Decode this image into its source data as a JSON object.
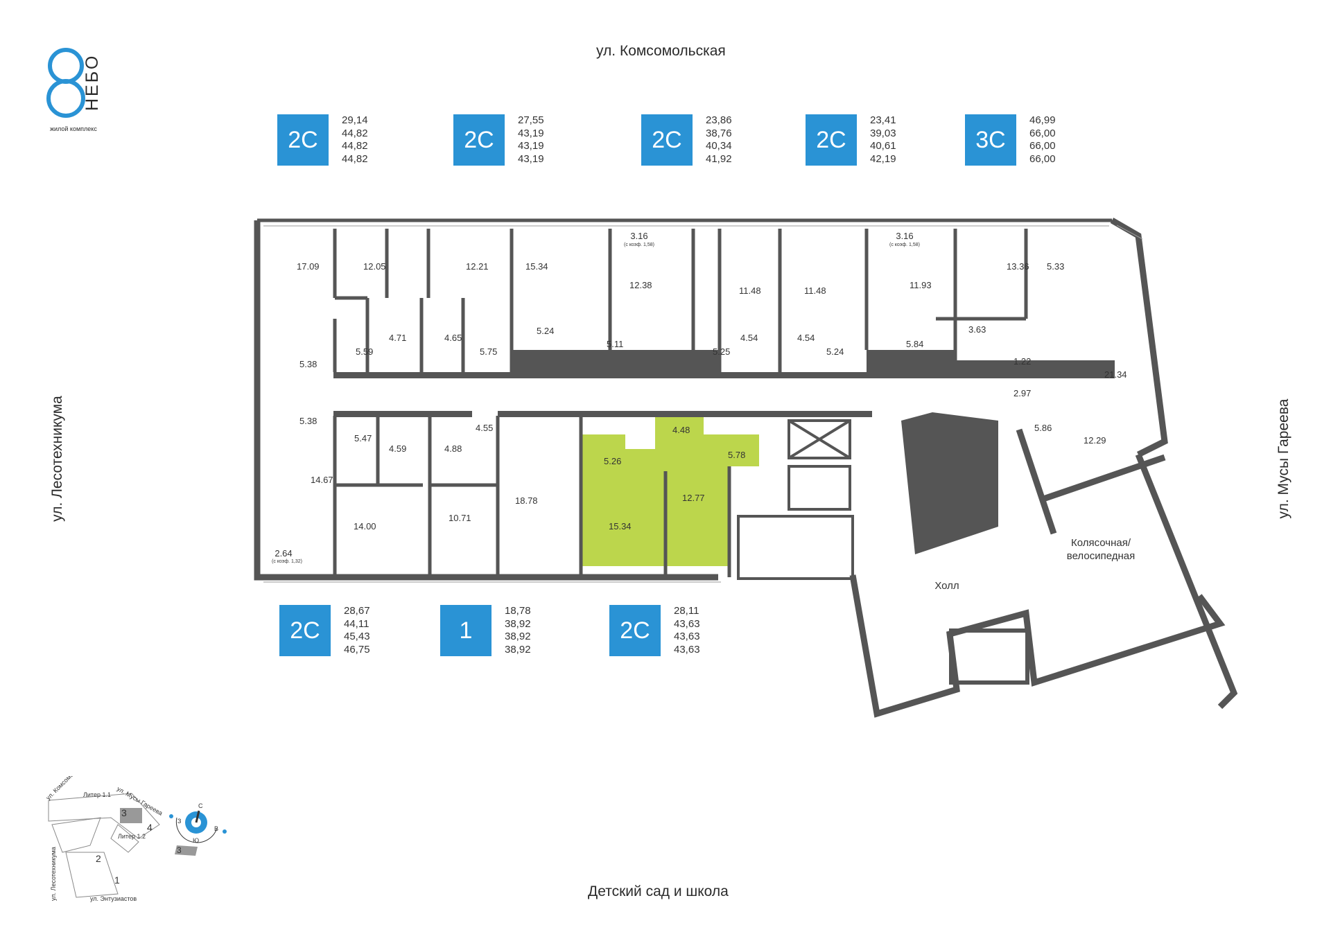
{
  "logo": {
    "number": "8",
    "name": "НЕБО",
    "subtitle": "жилой комплекс"
  },
  "streets": {
    "top": "ул. Комсомольская",
    "left": "ул. Лесотехникума",
    "right": "ул. Мусы Гареева",
    "bottom": "Детский сад и школа"
  },
  "colors": {
    "badge": "#2a93d5",
    "highlight": "#bcd64c",
    "wall": "#555555"
  },
  "top_apartments": [
    {
      "type": "2С",
      "areas": [
        "29,14",
        "44,82",
        "44,82",
        "44,82"
      ]
    },
    {
      "type": "2С",
      "areas": [
        "27,55",
        "43,19",
        "43,19",
        "43,19"
      ]
    },
    {
      "type": "2С",
      "areas": [
        "23,86",
        "38,76",
        "40,34",
        "41,92"
      ]
    },
    {
      "type": "2С",
      "areas": [
        "23,41",
        "39,03",
        "40,61",
        "42,19"
      ]
    },
    {
      "type": "3С",
      "areas": [
        "46,99",
        "66,00",
        "66,00",
        "66,00"
      ]
    }
  ],
  "bottom_apartments": [
    {
      "type": "2С",
      "areas": [
        "28,67",
        "44,11",
        "45,43",
        "46,75"
      ]
    },
    {
      "type": "1",
      "areas": [
        "18,78",
        "38,92",
        "38,92",
        "38,92"
      ]
    },
    {
      "type": "2С",
      "areas": [
        "28,11",
        "43,63",
        "43,63",
        "43,63"
      ]
    }
  ],
  "rooms": {
    "r1709": "17.09",
    "r1205": "12.05",
    "r1221": "12.21",
    "r1534t": "15.34",
    "r316a": "3.16",
    "r316a_note": "(с коэф. 1,58)",
    "r1238": "12.38",
    "r1148a": "11.48",
    "r1148b": "11.48",
    "r316b": "3.16",
    "r316b_note": "(с коэф. 1,58)",
    "r1193": "11.93",
    "r1336": "13.36",
    "r533": "5.33",
    "r538a": "5.38",
    "r559": "5.59",
    "r471": "4.71",
    "r465": "4.65",
    "r575": "5.75",
    "r524a": "5.24",
    "r511": "5.11",
    "r525": "5.25",
    "r454a": "4.54",
    "r454b": "4.54",
    "r524b": "5.24",
    "r584": "5.84",
    "r363": "3.63",
    "r122": "1.22",
    "r2134": "21.34",
    "r297": "2.97",
    "r586": "5.86",
    "r1229": "12.29",
    "r538b": "5.38",
    "r547": "5.47",
    "r459": "4.59",
    "r488": "4.88",
    "r455": "4.55",
    "r448": "4.48",
    "r526": "5.26",
    "r578": "5.78",
    "r1467": "14.67",
    "r1878": "18.78",
    "r1534h": "15.34",
    "r1277": "12.77",
    "r1400": "14.00",
    "r1071": "10.71",
    "r264": "2.64",
    "r264_note": "(с коэф. 1,32)",
    "stroller": "Колясочная/",
    "stroller2": "велосипедная",
    "hall": "Холл"
  },
  "minimap": {
    "street_top": "ул. Комсомольская",
    "street_right": "ул. Мусы Гареева",
    "street_left": "ул. Лесотехникума",
    "street_bottom": "ул. Энтузиастов",
    "liter11": "Литер 1.1",
    "liter12": "Литер 1.2",
    "b1": "1",
    "b2": "2",
    "b3": "3",
    "b4": "4",
    "legend3": "3",
    "compass_n": "С",
    "compass_s": "Ю",
    "compass_w": "З",
    "compass_e": "В"
  }
}
